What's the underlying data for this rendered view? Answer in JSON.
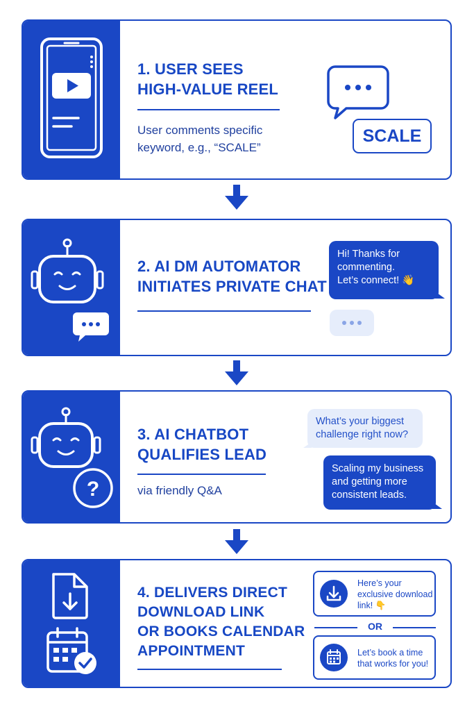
{
  "steps": [
    {
      "title_lines": [
        "1. USER SEES",
        "HIGH-VALUE REEL"
      ],
      "subtitle_lines": [
        "User comments specific",
        "keyword, e.g., “SCALE”"
      ],
      "keyword_badge": "SCALE",
      "icons": [
        "phone-video-icon",
        "chat-dots-icon"
      ]
    },
    {
      "title_lines": [
        "2. AI DM AUTOMATOR",
        "INITIATES PRIVATE CHAT"
      ],
      "bubble_lines": [
        "Hi! Thanks for",
        "commenting.",
        "Let’s connect! 👋"
      ],
      "icons": [
        "robot-icon",
        "chat-dots-icon",
        "typing-indicator-icon"
      ]
    },
    {
      "title_lines": [
        "3. AI CHATBOT",
        "QUALIFIES LEAD"
      ],
      "subtitle": "via friendly Q&A",
      "question_lines": [
        "What’s your biggest",
        "challenge right now?"
      ],
      "answer_lines": [
        "Scaling my business",
        "and getting more",
        "consistent leads."
      ],
      "icons": [
        "robot-icon",
        "question-icon"
      ]
    },
    {
      "title_lines": [
        "4. DELIVERS DIRECT",
        "DOWNLOAD LINK",
        "OR BOOKS CALENDAR",
        "APPOINTMENT"
      ],
      "download_lines": [
        "Here’s your",
        "exclusive download",
        "link! 👇"
      ],
      "or_label": "OR",
      "calendar_lines": [
        "Let’s book a time",
        "that works for you!"
      ],
      "icons": [
        "document-download-icon",
        "calendar-check-icon",
        "download-icon",
        "calendar-icon"
      ]
    }
  ],
  "colors": {
    "primary": "#1a47c5",
    "light": "#e6edfb",
    "background": "#ffffff"
  }
}
